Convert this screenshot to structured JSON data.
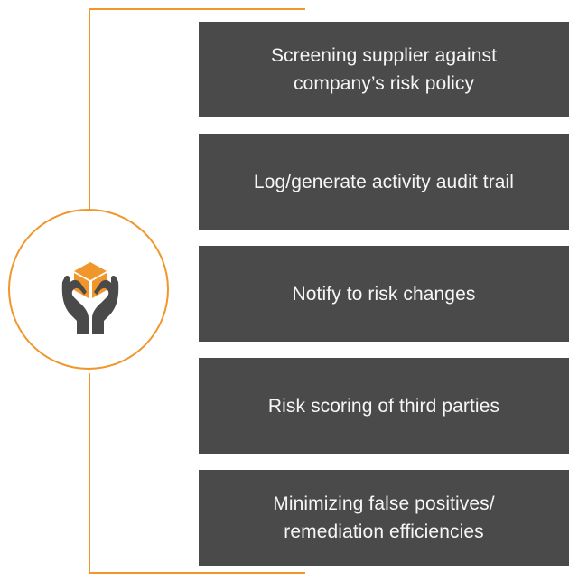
{
  "diagram": {
    "items": [
      {
        "label": "Screening supplier against company’s risk policy"
      },
      {
        "label": "Log/generate activity audit trail"
      },
      {
        "label": "Notify to risk changes"
      },
      {
        "label": "Risk scoring of third parties"
      },
      {
        "label": "Minimizing false positives/ remediation efficiencies"
      }
    ],
    "icon": "hands-holding-box-icon",
    "colors": {
      "accent": "#f0962a",
      "box_background": "#4a4a4a",
      "box_text": "#f6f6f6",
      "icon_dark": "#4a4a4a"
    }
  }
}
